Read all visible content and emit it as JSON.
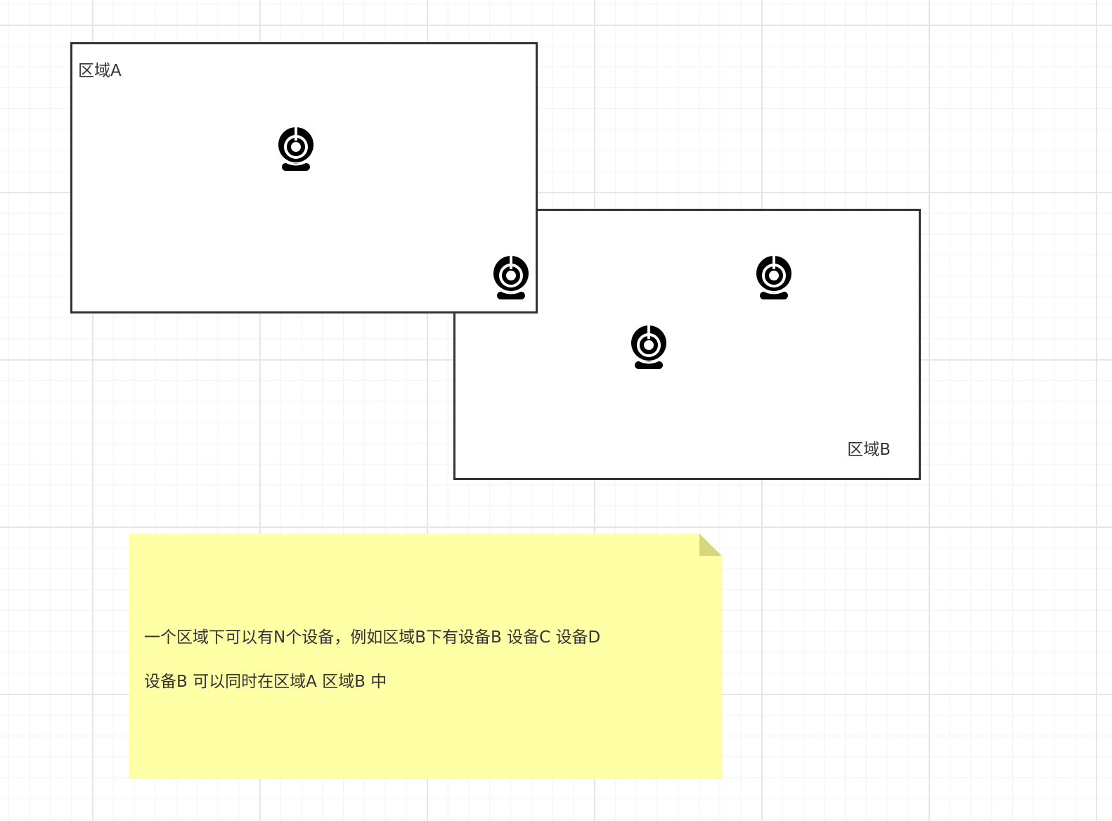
{
  "regions": {
    "a": {
      "label": "区域A"
    },
    "b": {
      "label": "区域B"
    }
  },
  "devices": [
    {
      "icon": "camera-icon",
      "region": "区域A"
    },
    {
      "icon": "camera-icon",
      "region": "区域A 区域B"
    },
    {
      "icon": "camera-icon",
      "region": "区域B"
    },
    {
      "icon": "camera-icon",
      "region": "区域B"
    }
  ],
  "note": {
    "lines": [
      "一个区域下可以有N个设备，例如区域B下有设备B 设备C 设备D",
      "设备B 可以同时在区域A 区域B 中"
    ],
    "color": "#ffffa6"
  },
  "colors": {
    "region_border": "#333333",
    "camera": "#000000",
    "note_fold": "#d7d77c"
  }
}
